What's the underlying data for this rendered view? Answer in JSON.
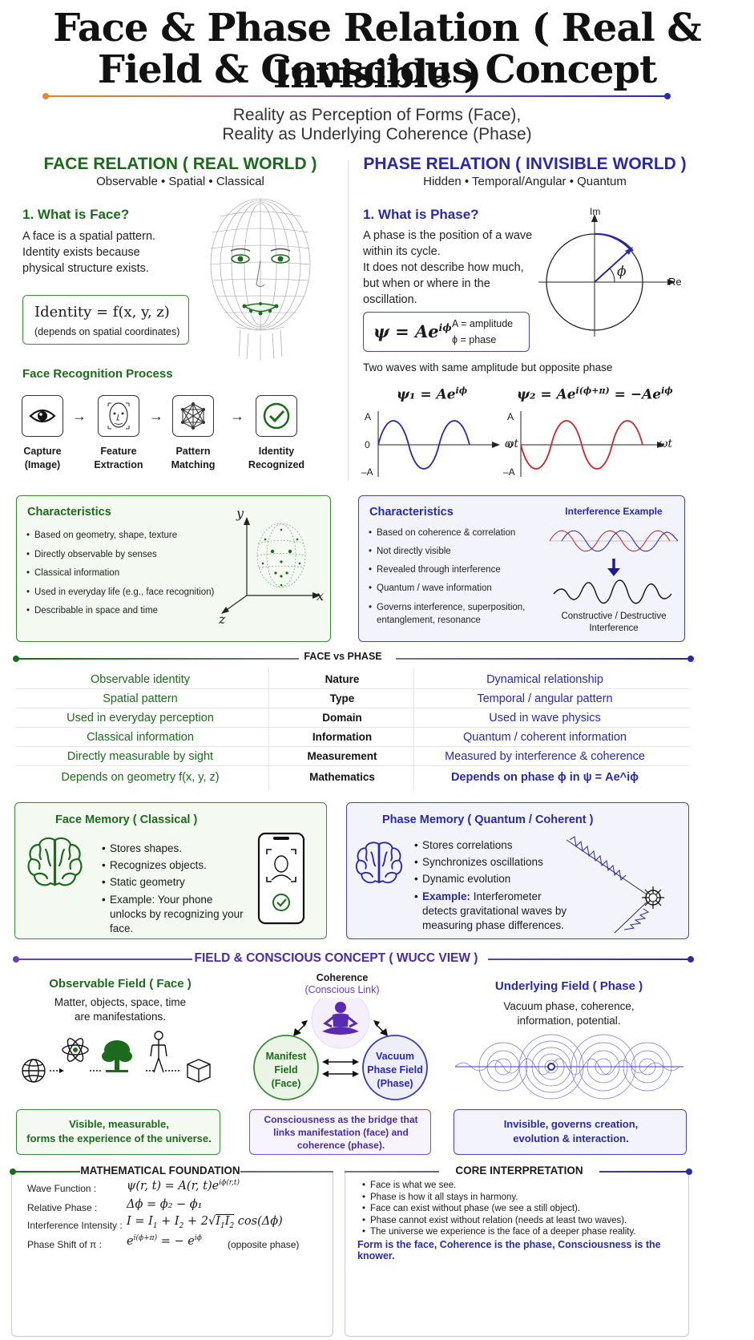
{
  "header": {
    "title_line1": "Face & Phase Relation ( Real & Invisible )",
    "title_line2": "Field & Conscious Concept",
    "subtitle_line1": "Reality as Perception of Forms (Face),",
    "subtitle_line2": "Reality as Underlying Coherence (Phase)"
  },
  "face": {
    "heading": "FACE RELATION ( REAL WORLD )",
    "sub": "Observable • Spatial • Classical",
    "q_title": "1. What is Face?",
    "q_lines": [
      "A face is a spatial pattern.",
      "Identity exists because",
      "physical structure exists."
    ],
    "formula": "Identity = f(x, y, z)",
    "formula_note": "(depends on spatial coordinates)",
    "process_title": "Face Recognition Process",
    "steps": [
      {
        "l1": "Capture",
        "l2": "(Image)"
      },
      {
        "l1": "Feature",
        "l2": "Extraction"
      },
      {
        "l1": "Pattern",
        "l2": "Matching"
      },
      {
        "l1": "Identity",
        "l2": "Recognized"
      }
    ],
    "char_title": "Characteristics",
    "chars": [
      "Based on geometry, shape, texture",
      "Directly observable by senses",
      "Classical information",
      "Used in everyday life (e.g., face recognition)",
      "Describable in space and time"
    ],
    "axis_y": "y",
    "axis_x": "x",
    "axis_z": "z"
  },
  "phase": {
    "heading": "PHASE RELATION ( INVISIBLE WORLD )",
    "sub": "Hidden • Temporal/Angular • Quantum",
    "q_title": "1. What is Phase?",
    "q_lines": [
      "A phase is the position of a wave",
      "within its cycle.",
      "It does not describe how much,",
      "but when or where in the",
      "oscillation."
    ],
    "circle_im": "Im",
    "circle_re": "Re",
    "circle_phi": "ϕ",
    "formula": "ψ = Ae",
    "formula_exp": "iϕ",
    "amp_note": "A = amplitude",
    "phase_note": "ϕ = phase",
    "waves_title": "Two waves with same amplitude but opposite phase",
    "psi1": "ψ₁ = Ae",
    "psi1_exp": "iϕ",
    "psi2": "ψ₂ = Ae",
    "psi2_exp": "i(ϕ+π)",
    "psi2_tail": " = −Ae",
    "psi2_tail_exp": "iϕ",
    "axis_A": "A",
    "axis_0": "0",
    "axis_negA": "–A",
    "axis_wt": "ωt",
    "char_title": "Characteristics",
    "chars": [
      "Based on coherence & correlation",
      "Not directly visible",
      "Revealed through interference",
      "Quantum / wave information",
      "Governs interference, superposition, entanglement, resonance"
    ],
    "interf_title": "Interference Example",
    "interf_cap1": "Constructive / Destructive",
    "interf_cap2": "Interference"
  },
  "compare": {
    "title": "FACE vs PHASE",
    "rows": [
      {
        "face": "Observable identity",
        "label": "Nature",
        "phase": "Dynamical relationship"
      },
      {
        "face": "Spatial pattern",
        "label": "Type",
        "phase": "Temporal / angular pattern"
      },
      {
        "face": "Used in everyday perception",
        "label": "Domain",
        "phase": "Used in wave physics"
      },
      {
        "face": "Classical information",
        "label": "Information",
        "phase": "Quantum / coherent information"
      },
      {
        "face": "Directly measurable by sight",
        "label": "Measurement",
        "phase": "Measured by interference & coherence"
      },
      {
        "face": "Depends on geometry f(x, y, z)",
        "label": "Mathematics",
        "phase": "Depends on phase ϕ in  ψ = Ae^iϕ"
      }
    ]
  },
  "memory": {
    "face_title": "Face Memory ( Classical )",
    "face_items": [
      "Stores shapes.",
      "Recognizes objects.",
      "Static geometry",
      "Example: Your phone unlocks by recognizing your face."
    ],
    "phase_title": "Phase Memory ( Quantum / Coherent )",
    "phase_items": [
      "Stores correlations",
      "Synchronizes oscillations",
      "Dynamic evolution"
    ],
    "phase_example_label": "Example:",
    "phase_example_text": " Interferometer detects gravitational waves by measuring phase differences."
  },
  "field": {
    "title": "FIELD & CONSCIOUS CONCEPT ( WUCC VIEW )",
    "obs_title": "Observable Field ( Face )",
    "obs_sub1": "Matter, objects, space, time",
    "obs_sub2": "are manifestations.",
    "coh1": "Coherence",
    "coh2": "(Conscious Link)",
    "manifest1": "Manifest",
    "manifest2": "Field",
    "manifest3": "(Face)",
    "vacuum1": "Vacuum",
    "vacuum2": "Phase Field",
    "vacuum3": "(Phase)",
    "und_title": "Underlying Field ( Phase )",
    "und_sub1": "Vacuum phase, coherence,",
    "und_sub2": "information, potential.",
    "box1_l1": "Visible, measurable,",
    "box1_l2": "forms the experience of the universe.",
    "box2_l1": "Consciousness as the bridge that",
    "box2_l2": "links manifestation (face) and",
    "box2_l3": "coherence (phase).",
    "box3_l1": "Invisible, governs creation,",
    "box3_l2": "evolution & interaction."
  },
  "math": {
    "title": "MATHEMATICAL FOUNDATION",
    "rows": [
      {
        "label": "Wave Function :",
        "expr": "ψ(r, t) = A(r, t)e^{iϕ(r,t)}"
      },
      {
        "label": "Relative Phase :",
        "expr": "Δϕ = ϕ₂ − ϕ₁"
      },
      {
        "label": "Interference Intensity :",
        "expr": "I = I₁ + I₂ + 2√(I₁I₂) cos(Δϕ)"
      },
      {
        "label": "Phase Shift of π :",
        "expr": "e^{i(ϕ+π)} = − e^{iϕ}",
        "note": "(opposite phase)"
      }
    ]
  },
  "core": {
    "title": "CORE INTERPRETATION",
    "items": [
      "Face is what we see.",
      "Phase is how it all stays in harmony.",
      "Face can exist without phase (we see a still object).",
      "Phase cannot exist without relation (needs at least two waves).",
      "The universe we experience is the face of a deeper phase reality."
    ],
    "final": "Form is the face, Coherence is the phase, Consciousness is the knower."
  },
  "colors": {
    "green": "#1c6b1c",
    "blue": "#2a2aa8",
    "purple": "#6a3cbf",
    "orange": "#e08a2a"
  }
}
